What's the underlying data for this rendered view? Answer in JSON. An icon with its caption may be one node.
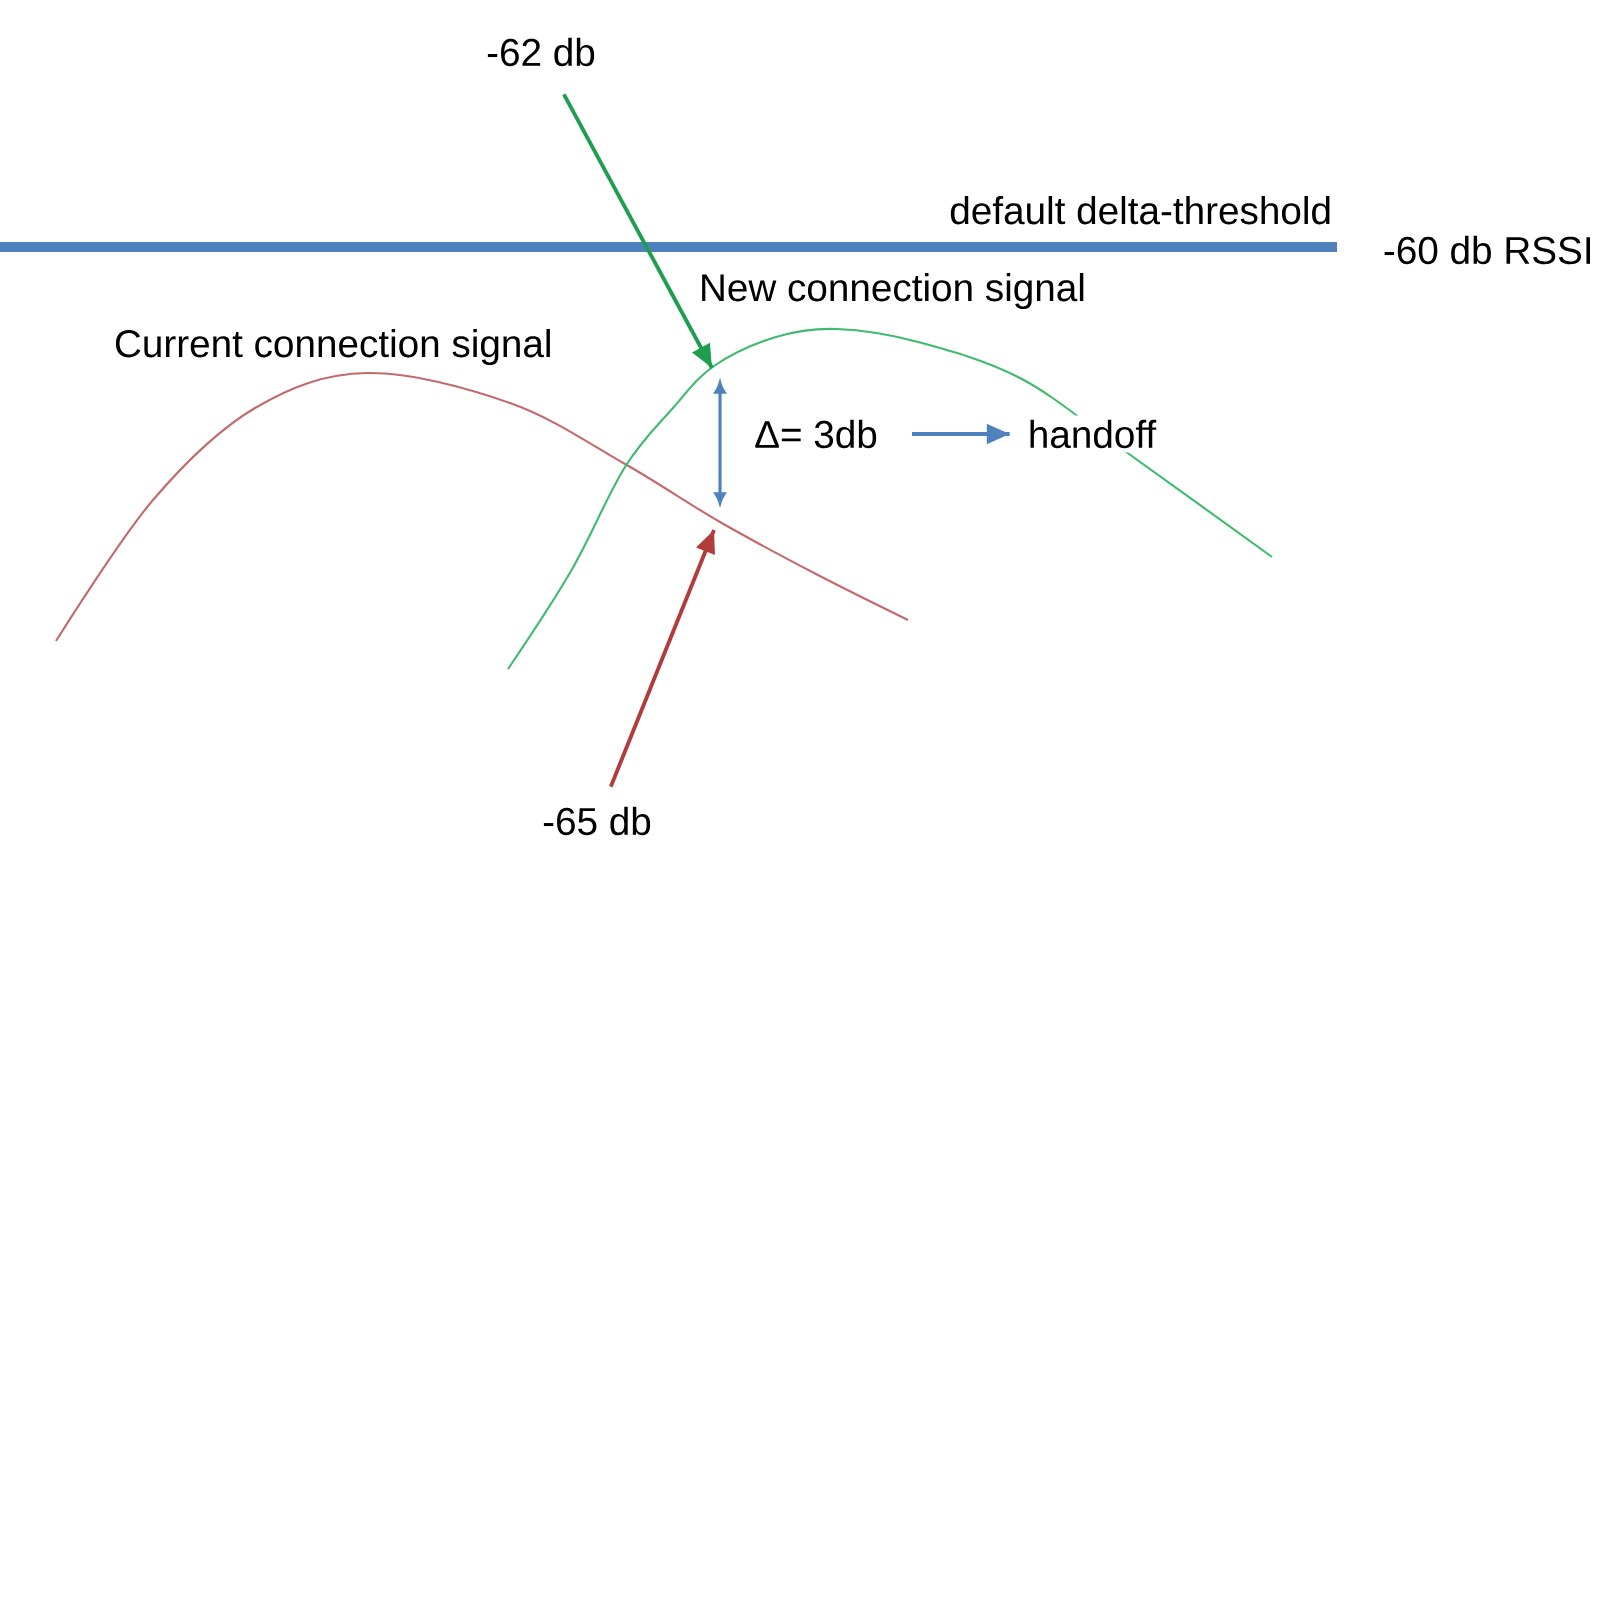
{
  "diagram": {
    "nodes": [
      {
        "text": [
          "-62 db"
        ]
      },
      {
        "text": [
          "Δ= 3db"
        ]
      },
      {
        "text": [
          "handoff"
        ]
      },
      {
        "text": [
          "-65 db"
        ]
      }
    ],
    "edges": [
      {
        "from": 0,
        "to": null,
        "arrow": "to",
        "color": "#1e9e4e"
      },
      {
        "from": 1,
        "to": 2,
        "arrow": "to",
        "color": "#4f81bd"
      },
      {
        "from": 3,
        "to": null,
        "arrow": "to",
        "color": "#b23b3b"
      }
    ],
    "labels": [
      "default delta-threshold",
      "-60 db RSSI",
      "New connection signal",
      "Current connection signal"
    ]
  }
}
